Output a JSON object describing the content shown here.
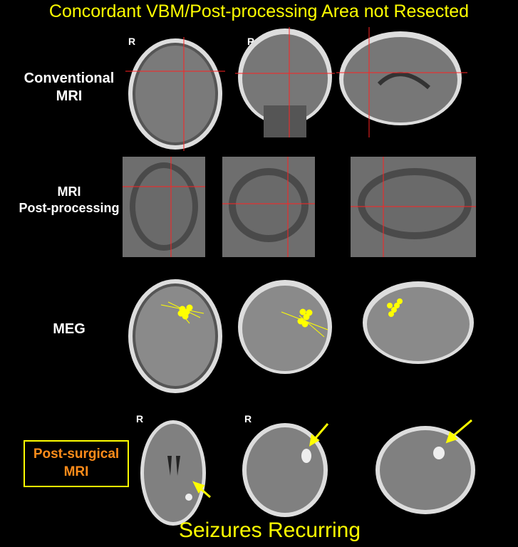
{
  "title": "Concordant VBM/Post-processing Area not Resected",
  "rows": {
    "conventional": {
      "line1": "Conventional",
      "line2": "MRI"
    },
    "postprocessing": {
      "line1": "MRI",
      "line2": "Post-processing"
    },
    "meg": {
      "label": "MEG"
    },
    "postsurgical": {
      "line1": "Post-surgical",
      "line2": "MRI"
    }
  },
  "orientation_marker": "R",
  "footer": "Seizures Recurring",
  "colors": {
    "title": "#ffff00",
    "postsurgical_text": "#ff8c1a",
    "crosshair": "#ff2020",
    "dipole": "#ffff00"
  }
}
